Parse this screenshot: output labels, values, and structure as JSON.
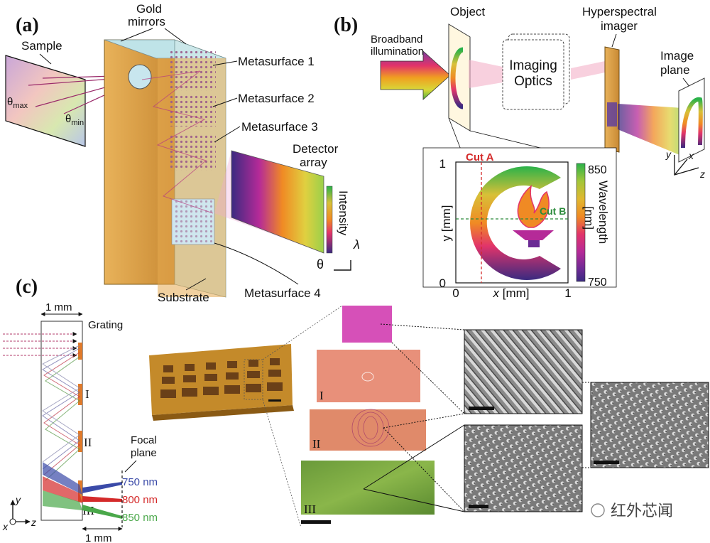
{
  "panel_a": {
    "label": "(a)",
    "gold_mirrors": [
      "Gold",
      "mirrors"
    ],
    "sample": "Sample",
    "theta_max_base": "θ",
    "theta_max_sub": "max",
    "theta_min_base": "θ",
    "theta_min_sub": "min",
    "metasurface_1": "Metasurface 1",
    "metasurface_2": "Metasurface 2",
    "metasurface_3": "Metasurface 3",
    "metasurface_4": "Metasurface 4",
    "detector_array": [
      "Detector",
      "array"
    ],
    "intensity": "Intensity",
    "theta": "θ",
    "lambda": "λ",
    "substrate": "Substrate"
  },
  "panel_b": {
    "label": "(b)",
    "object": "Object",
    "broadband": [
      "Broadband",
      "illumination"
    ],
    "imaging_optics": [
      "Imaging",
      "Optics"
    ],
    "hyperspectral": [
      "Hyperspectral",
      "imager"
    ],
    "image_plane": [
      "Image",
      "plane"
    ],
    "axis_y": "y",
    "axis_x": "x",
    "axis_z": "z",
    "inset": {
      "cut_a": "Cut A",
      "cut_b": "Cut B",
      "ylabel": "y [mm]",
      "xlabel_var": "x",
      "xlabel_unit": " [mm]",
      "y_ticks": [
        "1",
        "0"
      ],
      "x_ticks": [
        "0",
        "1"
      ],
      "colorbar_max": "850",
      "colorbar_min": "750",
      "colorbar_label": [
        "Wavelength",
        "[nm]"
      ],
      "colorbar_colors": [
        "#2ab24a",
        "#a3c63a",
        "#e0b830",
        "#f08a24",
        "#e2346a",
        "#b52a98",
        "#6a2a94",
        "#3a2a80"
      ]
    }
  },
  "panel_c": {
    "label": "(c)",
    "width_1mm": "1 mm",
    "grating": "Grating",
    "stage_I": "I",
    "stage_II": "II",
    "stage_III": "III",
    "focal_plane": [
      "Focal",
      "plane"
    ],
    "wl_750": "750 nm",
    "wl_800": "800 nm",
    "wl_850": "850 nm",
    "axis_y": "y",
    "axis_x": "x",
    "axis_z": "z",
    "bottom_1mm": "1 mm",
    "colors": {
      "blue": "#3a4aa8",
      "red": "#d42a2a",
      "green": "#4aa84a",
      "gold": "#d9a24a"
    }
  },
  "watermark": "红外芯闻"
}
